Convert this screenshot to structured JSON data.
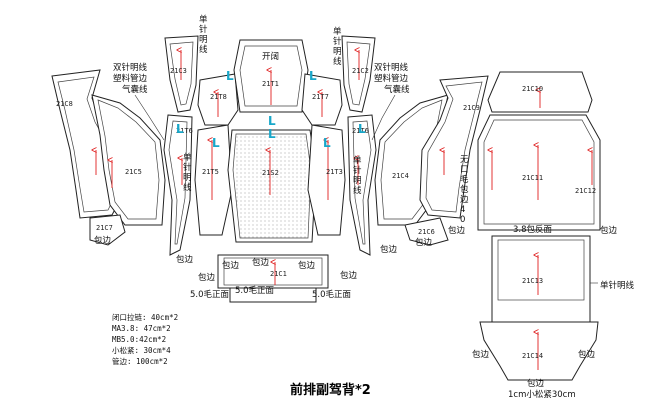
{
  "title": "前排副驾背*2",
  "pieces": {
    "c1": "21C1",
    "c2": "21C2",
    "c3": "21C3",
    "c4": "21C4",
    "c5": "21C5",
    "c6": "21C6",
    "c7": "21C7",
    "c8": "21C8",
    "c9": "21C9",
    "c10": "21C10",
    "c11": "21C11",
    "c12": "21C12",
    "c13": "21C13",
    "c14": "21C14",
    "t1": "21T1",
    "t3": "21T3",
    "t5": "21T5",
    "t6": "21T6",
    "t7": "21T7",
    "t8": "21T8",
    "s2": "21S2",
    "t6b": "21T6"
  },
  "labels": {
    "open": "开阔",
    "double_stitch_left": "双针明线",
    "double_stitch_right": "双针明线",
    "plastic_piping_left": "塑料管边",
    "plastic_piping_right": "塑料管边",
    "airbag_line_left": "气囊线",
    "airbag_line_right": "气囊线",
    "single_stitch_v": "单针明线",
    "single_stitch_h": "单针明线",
    "bind_edge": "包边",
    "front_face_38": "3.8包反面",
    "front_face_5_left": "5.0毛正面",
    "front_face_5_right": "5.0毛正面",
    "no_stitch_v": "无口毛包边40",
    "elastic": "1cm小松紧30cm",
    "L": "L"
  },
  "notes": [
    "闭口拉链: 40cm*2",
    "MA3.8: 47cm*2",
    "MB5.0:42cm*2",
    "小松紧: 30cm*4",
    "管边: 100cm*2"
  ]
}
